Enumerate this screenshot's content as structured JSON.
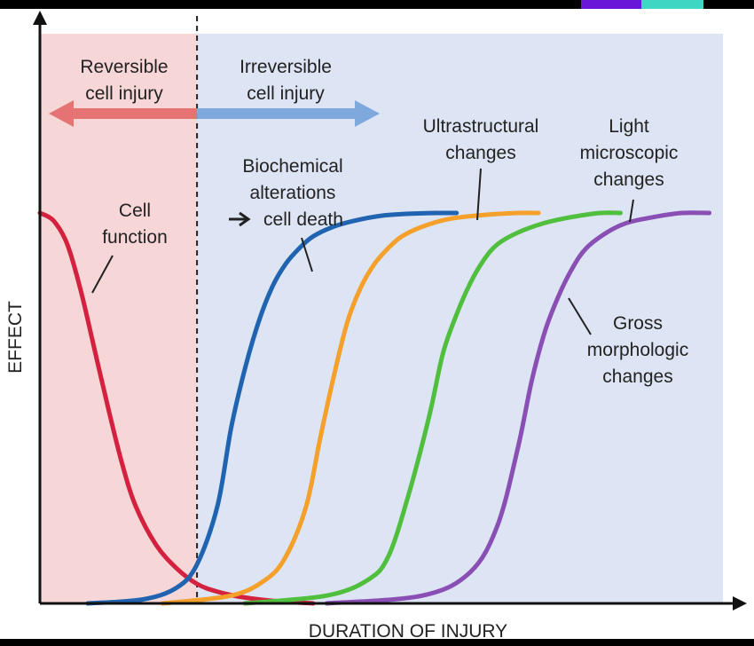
{
  "chart_data": {
    "type": "line",
    "title": "",
    "xlabel": "DURATION OF INJURY",
    "ylabel": "EFFECT",
    "xlim": [
      0,
      100
    ],
    "ylim": [
      0,
      100
    ],
    "grid": false,
    "regions": [
      {
        "label_lines": [
          "Reversible",
          "cell injury"
        ],
        "x_range": [
          0,
          23
        ],
        "color": "#f6d6d6",
        "arrow_color": "#e57373",
        "arrow_direction": "left"
      },
      {
        "label_lines": [
          "Irreversible",
          "cell injury"
        ],
        "x_range": [
          23,
          100
        ],
        "color": "#dde4f3",
        "arrow_color": "#7fa8dc",
        "arrow_direction": "right"
      }
    ],
    "boundary_x": 23,
    "series": [
      {
        "label_lines": [
          "Cell",
          "function"
        ],
        "color": "#d3213f",
        "x": [
          0,
          2,
          4,
          6,
          8,
          10,
          12,
          14,
          17,
          20,
          23,
          26,
          30,
          35,
          40
        ],
        "y": [
          100,
          98,
          92,
          80,
          65,
          50,
          36,
          25,
          15,
          9,
          5,
          3,
          1.5,
          0.5,
          0
        ]
      },
      {
        "label_lines": [
          "Biochemical",
          "alterations",
          "cell death"
        ],
        "color": "#1f63b1",
        "x": [
          7,
          15,
          20,
          23,
          26,
          28,
          30,
          32,
          34,
          36,
          38,
          40,
          43,
          46,
          50,
          54,
          58,
          61
        ],
        "y": [
          0,
          1,
          4,
          10,
          25,
          45,
          60,
          72,
          81,
          87,
          91,
          94,
          96.5,
          98,
          99.3,
          99.8,
          100,
          100
        ]
      },
      {
        "label_lines": [
          "Ultrastructural",
          "changes"
        ],
        "color": "#f4a02b",
        "x": [
          18,
          28,
          33,
          36,
          39,
          41,
          43,
          45,
          47,
          49,
          51,
          53,
          56,
          60,
          65,
          70,
          73
        ],
        "y": [
          0,
          2,
          6,
          12,
          25,
          42,
          58,
          72,
          81,
          87,
          91,
          94,
          96.5,
          98.5,
          99.5,
          100,
          100
        ]
      },
      {
        "label_lines": [
          "Light",
          "microscopic",
          "changes"
        ],
        "color": "#4fbf3d",
        "x": [
          30,
          42,
          48,
          51,
          54,
          57,
          59,
          61,
          63,
          65,
          67,
          70,
          74,
          78,
          82,
          85
        ],
        "y": [
          0,
          2,
          6,
          12,
          28,
          48,
          64,
          74,
          82,
          88,
          92,
          95,
          97.5,
          99,
          100,
          100
        ]
      },
      {
        "label_lines": [
          "Gross",
          "morphologic",
          "changes"
        ],
        "color": "#8a4fb4",
        "x": [
          42,
          56,
          63,
          67,
          70,
          72,
          74,
          76,
          78,
          80,
          83,
          86,
          90,
          94,
          98
        ],
        "y": [
          0,
          2,
          8,
          20,
          40,
          57,
          70,
          79,
          86,
          91,
          95,
          97.5,
          99,
          100,
          100
        ]
      }
    ]
  }
}
